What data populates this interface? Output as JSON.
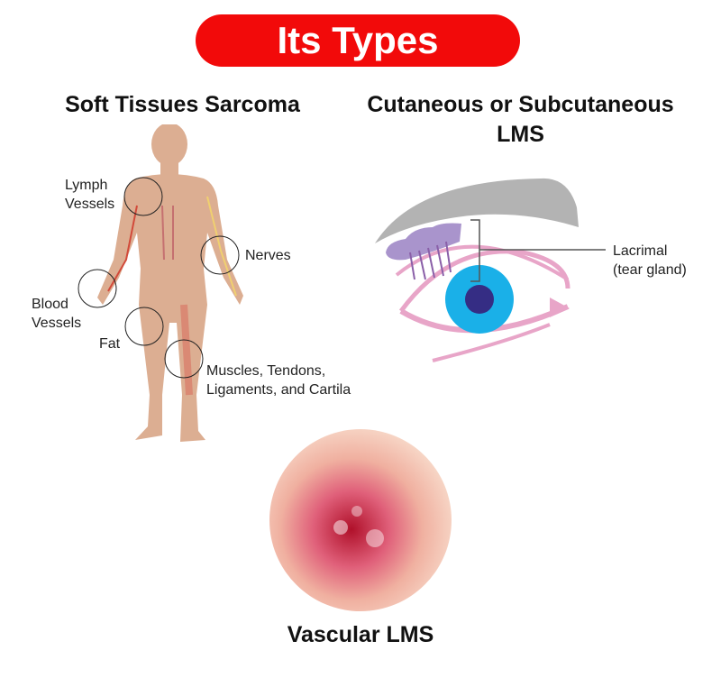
{
  "title": "Its Types",
  "sections": {
    "soft_tissue": {
      "heading": "Soft Tissues Sarcoma",
      "labels": {
        "lymph": "Lymph\nVessels",
        "nerves": "Nerves",
        "blood": "Blood\nVessels",
        "fat": "Fat",
        "muscles": "Muscles, Tendons,\nLigaments, and Cartila"
      }
    },
    "cutaneous": {
      "heading": "Cutaneous or Subcutaneous\nLMS",
      "labels": {
        "lacrimal": "Lacrimal\n(tear gland)"
      }
    },
    "vascular": {
      "heading": "Vascular LMS"
    }
  },
  "colors": {
    "accent": "#f20a0a",
    "skin": "#d9a88a",
    "iris": "#1ab0e8",
    "pupil": "#352d84",
    "lid": "#e8a5c8",
    "gland": "#a994cc",
    "brow": "#b3b3b3"
  }
}
